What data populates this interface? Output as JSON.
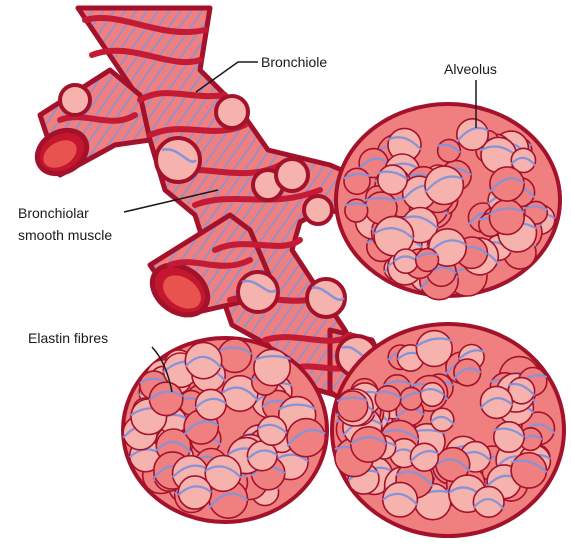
{
  "labels": {
    "bronchiole": "Bronchiole",
    "alveolus": "Alveolus",
    "smooth_muscle_line1": "Bronchiolar",
    "smooth_muscle_line2": "smooth muscle",
    "elastin": "Elastin fibres"
  },
  "colors": {
    "tissue_fill": "#f07f7f",
    "tissue_light": "#f6b2ad",
    "tissue_outline": "#a3122a",
    "muscle_band": "#c41a34",
    "fibre_blue": "#8793d8",
    "lumen": "#c4162e",
    "label_text": "#1a1a1a",
    "leader_line": "#1a1a1a"
  },
  "icons": [
    "bronchiole-tube",
    "alveolar-sac",
    "elastin-fibre-network"
  ]
}
